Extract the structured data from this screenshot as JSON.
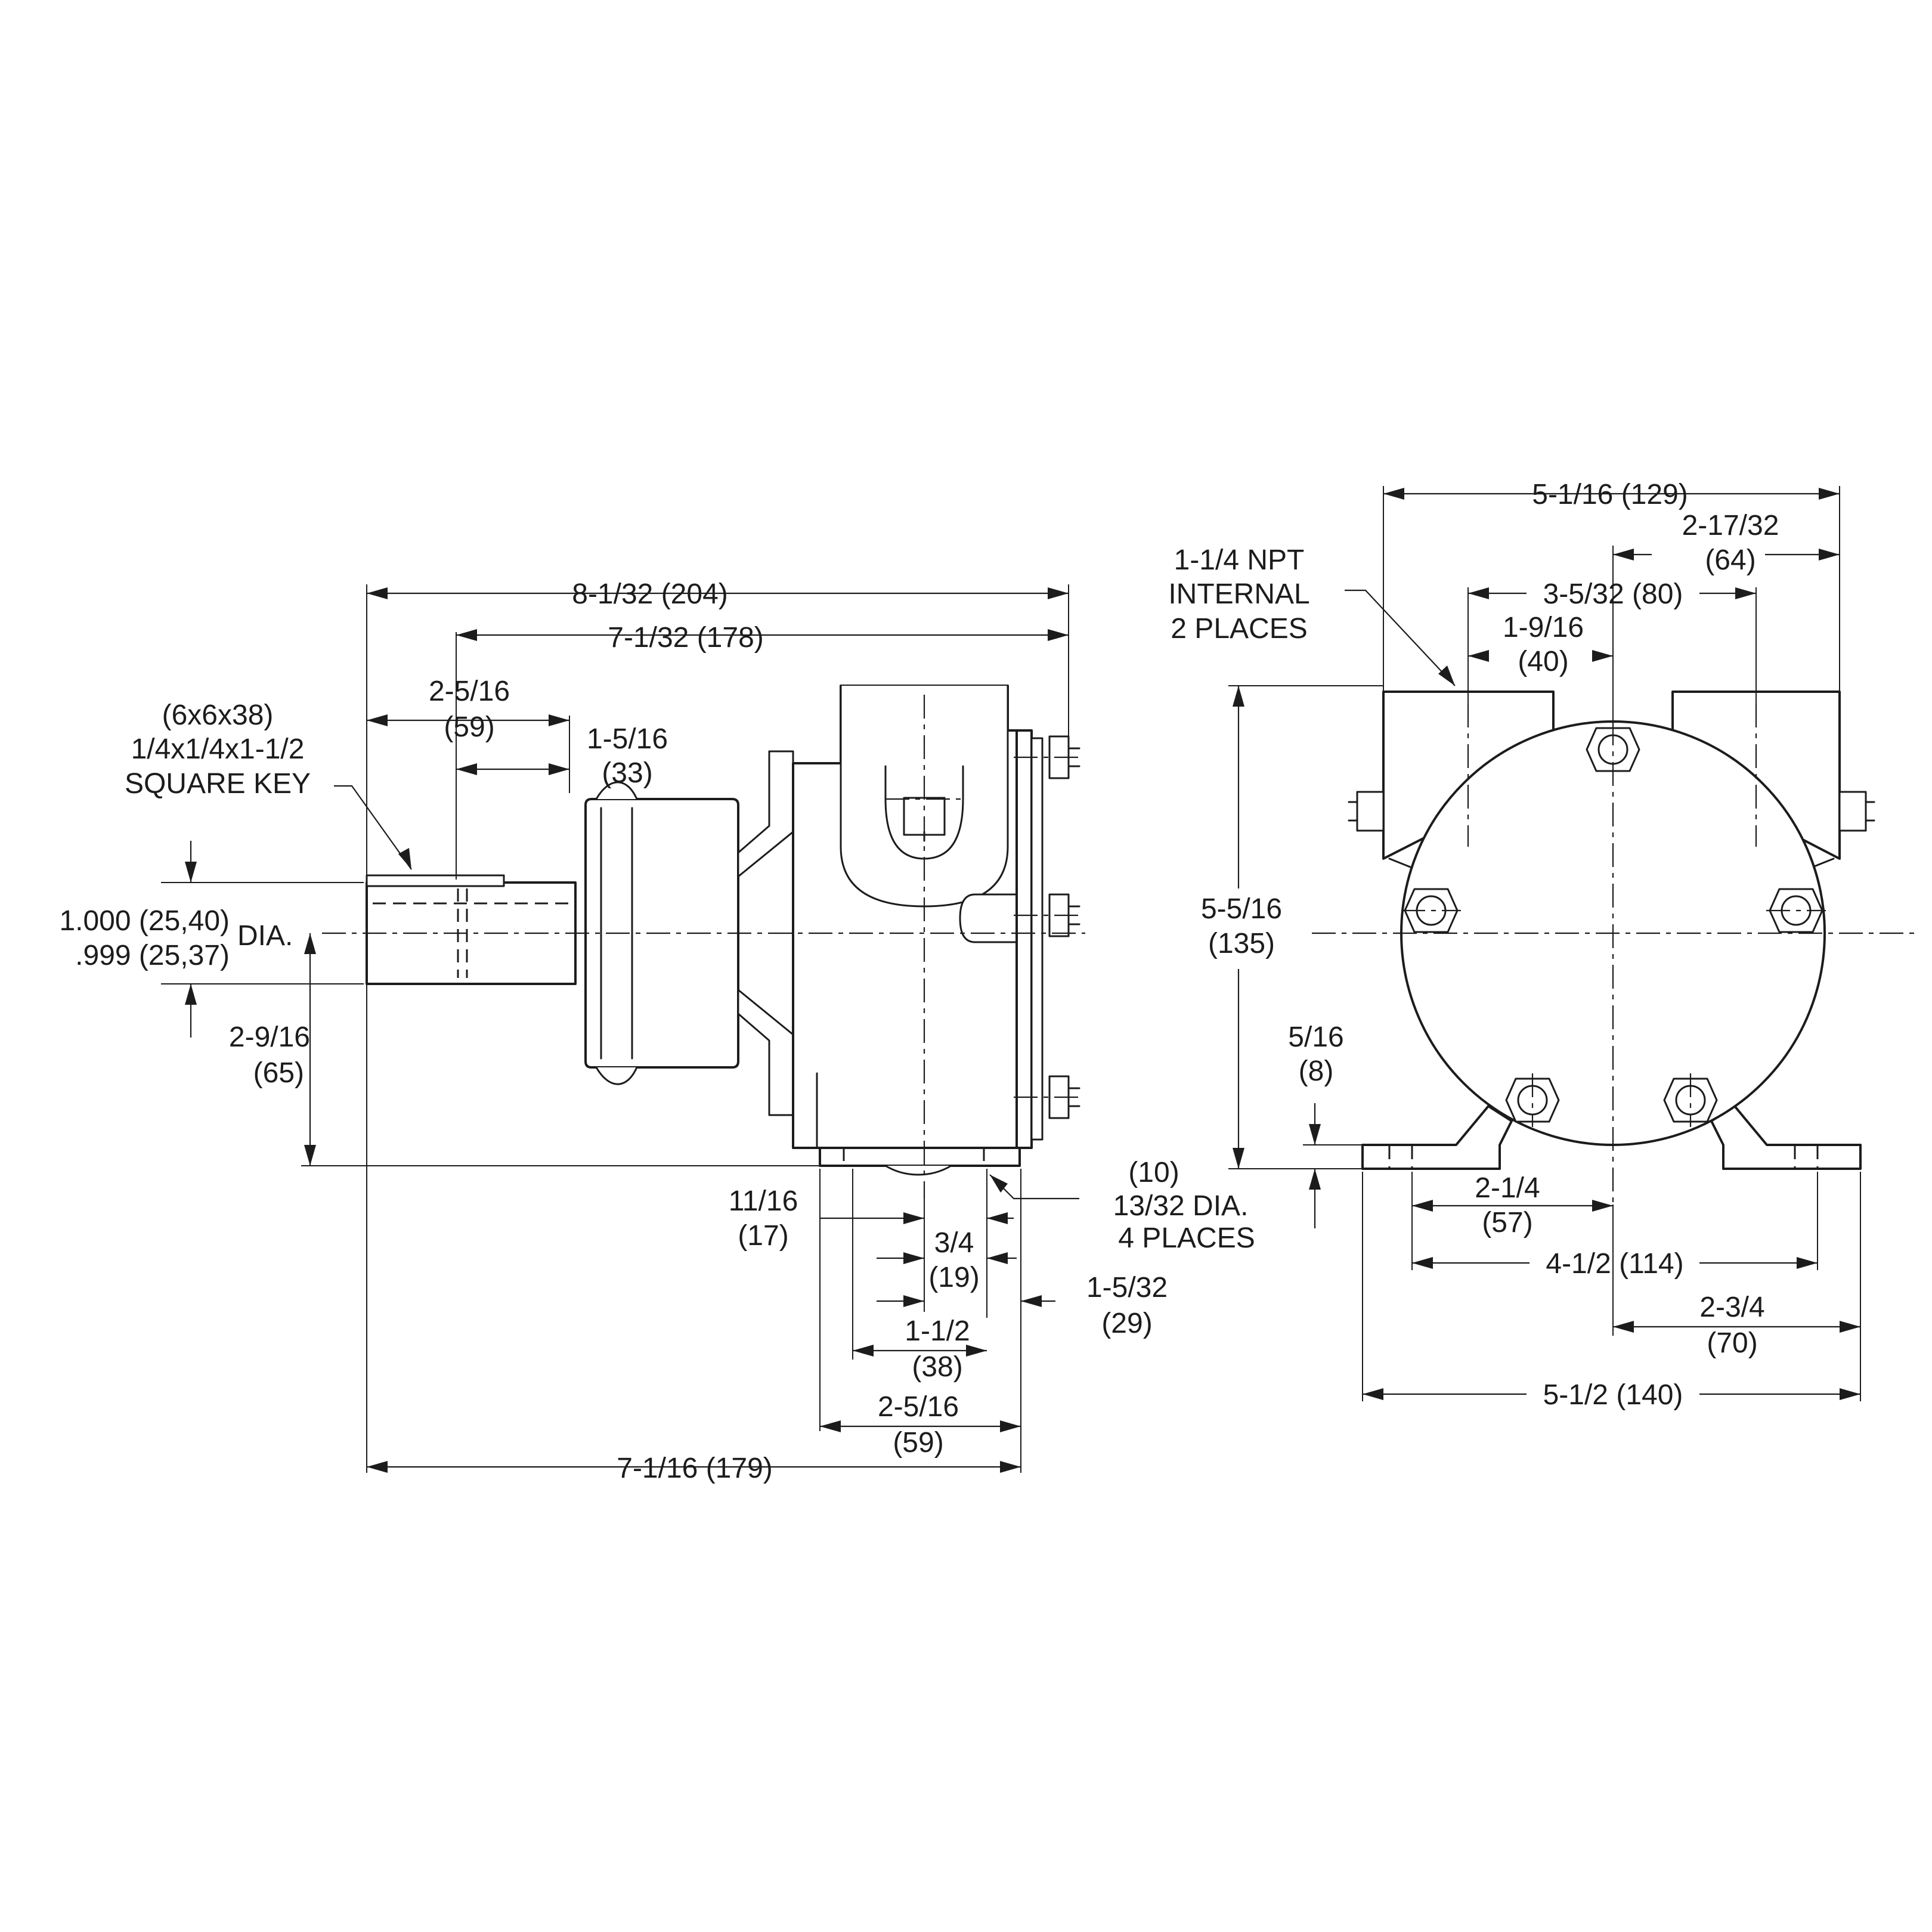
{
  "side_view": {
    "overall_length": "8-1/32 (204)",
    "length_to_flange": "7-1/32 (178)",
    "shaft_length_in": "2-5/16",
    "shaft_length_mm": "(59)",
    "shaft_to_bearing_in": "1-5/16",
    "shaft_to_bearing_mm": "(33)",
    "key_metric": "(6x6x38)",
    "key_imperial": "1/4x1/4x1-1/2",
    "key_name": "SQUARE KEY",
    "shaft_dia_max": "1.000 (25,40)",
    "shaft_dia_min": ".999 (25,37)",
    "dia_suffix": "DIA.",
    "shaft_height_in": "2-9/16",
    "shaft_height_mm": "(65)",
    "foot_offset_in": "11/16",
    "foot_offset_mm": "(17)",
    "hole_spacing_a_in": "3/4",
    "hole_spacing_a_mm": "(19)",
    "hole_spacing_b_in": "1-1/2",
    "hole_spacing_b_mm": "(38)",
    "foot_length_in": "2-5/16",
    "foot_length_mm": "(59)",
    "foot_to_end_in": "1-5/32",
    "foot_to_end_mm": "(29)",
    "hole_mm": "(10)",
    "hole_dia": "13/32 DIA.",
    "hole_places": "4 PLACES",
    "shaft_to_foot_end": "7-1/16 (179)"
  },
  "end_view": {
    "port_span": "5-1/16 (129)",
    "port_offset_in": "2-17/32",
    "port_offset_mm": "(64)",
    "port_centers": "3-5/32 (80)",
    "port_to_center_in": "1-9/16",
    "port_to_center_mm": "(40)",
    "port_note_1": "1-1/4 NPT",
    "port_note_2": "INTERNAL",
    "port_note_3": "2 PLACES",
    "height_in": "5-5/16",
    "height_mm": "(135)",
    "foot_thickness_in": "5/16",
    "foot_thickness_mm": "(8)",
    "hole_to_center_in": "2-1/4",
    "hole_to_center_mm": "(57)",
    "hole_centers": "4-1/2 (114)",
    "center_to_edge_in": "2-3/4",
    "center_to_edge_mm": "(70)",
    "base_width": "5-1/2 (140)"
  }
}
